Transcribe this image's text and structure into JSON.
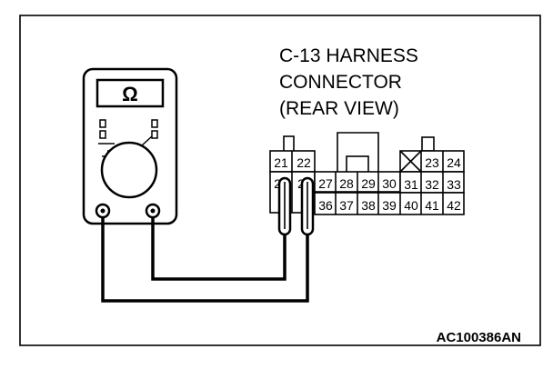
{
  "connector_title": [
    "C-13 HARNESS",
    "CONNECTOR",
    "(REAR VIEW)"
  ],
  "meter_symbol": "Ω",
  "pins_top_left": [
    "21",
    "22"
  ],
  "pins_top_right": [
    "23",
    "24"
  ],
  "pins_mid_left": [
    "2",
    "2"
  ],
  "pins_mid": [
    "27",
    "28",
    "29",
    "30",
    "31",
    "32",
    "33"
  ],
  "pins_bottom": [
    "36",
    "37",
    "38",
    "39",
    "40",
    "41",
    "42"
  ],
  "figure_code": "AC100386AN",
  "colors": {
    "line": "#000000",
    "background": "#ffffff"
  }
}
